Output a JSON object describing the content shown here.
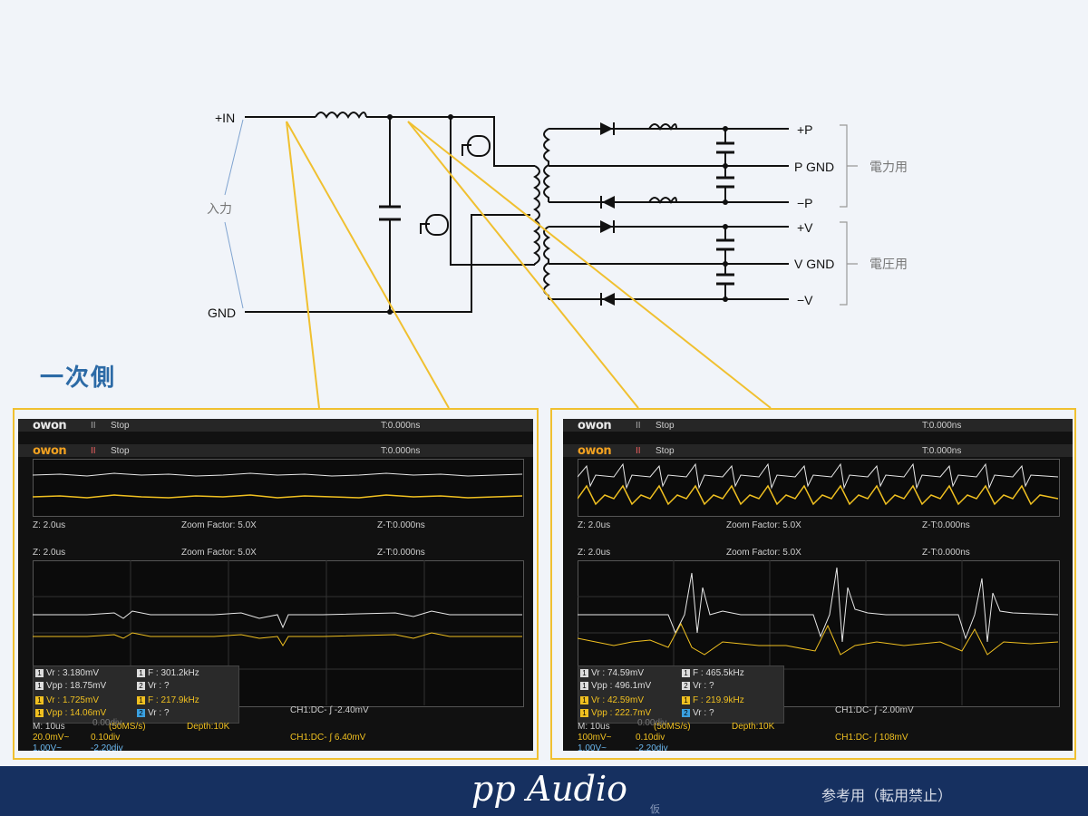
{
  "circuit": {
    "in_plus": "+IN",
    "gnd": "GND",
    "input": "入力",
    "out_p_plus": "+P",
    "out_p_gnd": "P GND",
    "out_p_minus": "−P",
    "out_v_plus": "+V",
    "out_v_gnd": "V GND",
    "out_v_minus": "−V",
    "power_group": "電力用",
    "voltage_group": "電圧用"
  },
  "section_title": "一次側",
  "scopes": [
    {
      "brand": "owon",
      "state": "Stop",
      "trig_time": "T:0.000ns",
      "zoom_time": "Z: 2.0us",
      "zoom_factor": "Zoom Factor: 5.0X",
      "zt": "Z-T:0.000ns",
      "m1": "Vr : 3.180mV",
      "m2": "F : 301.2kHz",
      "m3": "Vpp : 18.75mV",
      "m4": "Vr :  ?",
      "m5": "Vr : 1.725mV",
      "m6": "F : 217.9kHz",
      "m7": "Vpp : 14.06mV",
      "m8": "Vr :  ?",
      "ch1_dc": "CH1:DC- ∫ -2.40mV",
      "mtime": "M: 10us",
      "sample": "(50MS/s)",
      "depth": "Depth:10K",
      "hidden_val": "0.00div",
      "ch1_scale": "20.0mV~",
      "ch1_pos": "0.10div",
      "ch1_trig": "CH1:DC- ∫ 6.40mV",
      "ch2_scale": "1.00V~",
      "ch2_pos": "-2.20div"
    },
    {
      "brand": "owon",
      "state": "Stop",
      "trig_time": "T:0.000ns",
      "zoom_time": "Z: 2.0us",
      "zoom_factor": "Zoom Factor: 5.0X",
      "zt": "Z-T:0.000ns",
      "m1": "Vr : 74.59mV",
      "m2": "F : 465.5kHz",
      "m3": "Vpp : 496.1mV",
      "m4": "Vr :  ?",
      "m5": "Vr : 42.59mV",
      "m6": "F : 219.9kHz",
      "m7": "Vpp : 222.7mV",
      "m8": "Vr :  ?",
      "ch1_dc": "CH1:DC- ∫ -2.00mV",
      "mtime": "M: 10us",
      "sample": "(50MS/s)",
      "depth": "Depth:10K",
      "hidden_val": "0.00div",
      "ch1_scale": "100mV~",
      "ch1_pos": "0.10div",
      "ch1_trig": "CH1:DC- ∫ 108mV",
      "ch2_scale": "1.00V~",
      "ch2_pos": "-2.20div"
    }
  ],
  "footer": {
    "brand": "pp Audio",
    "brand_sub": "仮",
    "notice": "参考用（転用禁止）"
  },
  "colors": {
    "leader": "#f0c030",
    "footer_bg": "#163060",
    "trace_white": "#e8e8e8",
    "trace_yellow": "#f0c020",
    "title_blue": "#2c6aa6"
  }
}
